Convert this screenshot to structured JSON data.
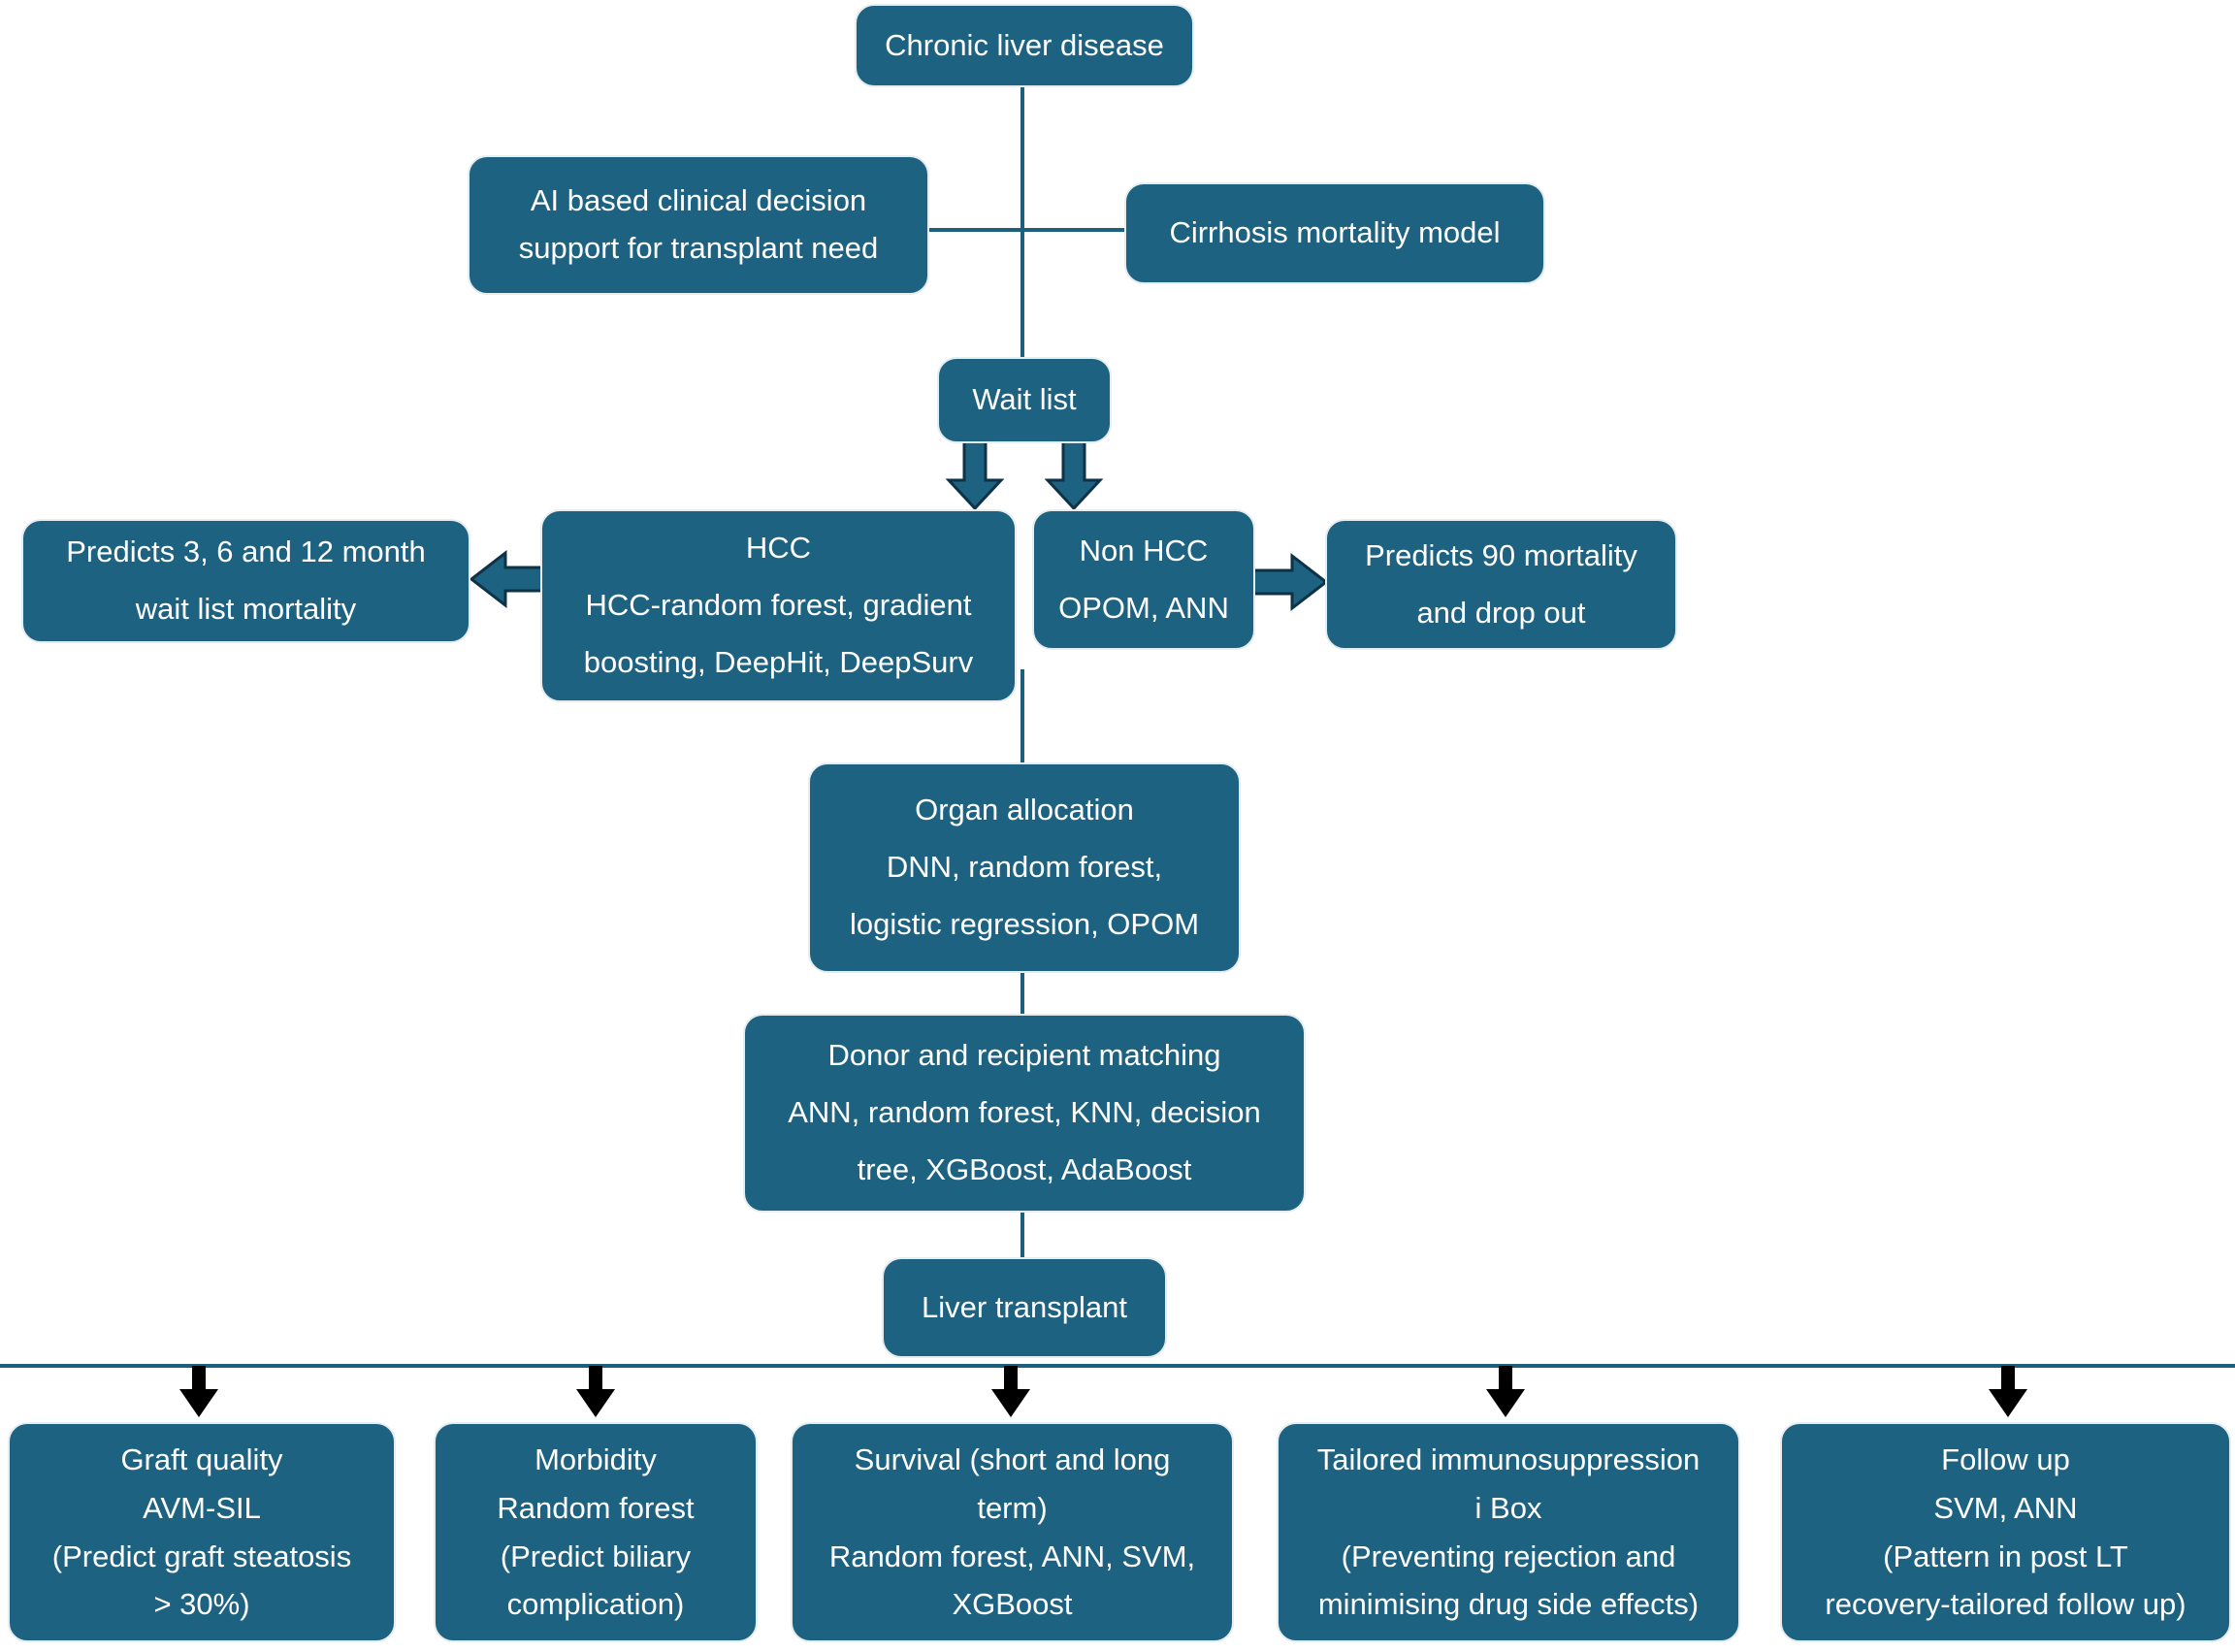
{
  "diagram": {
    "description": "Flowchart of artificial intelligence based models across the liver transplantation pathway",
    "nodes": {
      "chronic_liver_disease": {
        "text": "Chronic liver disease"
      },
      "ai_support": {
        "text": "AI based clinical decision\nsupport for transplant need"
      },
      "cirrhosis_model": {
        "text": "Cirrhosis mortality model"
      },
      "wait_list": {
        "text": "Wait list"
      },
      "predict_waitlist_mortality": {
        "text": "Predicts 3, 6 and 12 month\nwait list mortality"
      },
      "hcc": {
        "text": "HCC\nHCC-random forest, gradient\nboosting, DeepHit, DeepSurv"
      },
      "non_hcc": {
        "text": "Non HCC\nOPOM, ANN"
      },
      "predict_90_mortality": {
        "text": "Predicts 90 mortality\nand drop out"
      },
      "organ_allocation": {
        "text": "Organ allocation\nDNN, random forest,\nlogistic regression, OPOM"
      },
      "donor_recipient_matching": {
        "text": "Donor and recipient matching\nANN, random forest, KNN, decision\ntree, XGBoost, AdaBoost"
      },
      "liver_transplant": {
        "text": "Liver transplant"
      },
      "graft_quality": {
        "text": "Graft quality\nAVM-SIL\n(Predict graft steatosis\n> 30%)"
      },
      "morbidity": {
        "text": "Morbidity\nRandom forest\n(Predict biliary\ncomplication)"
      },
      "survival": {
        "text": "Survival (short and long\nterm)\nRandom forest, ANN, SVM,\nXGBoost"
      },
      "immunosuppression": {
        "text": "Tailored immunosuppression\ni Box\n(Preventing rejection and\nminimising drug side effects)"
      },
      "follow_up": {
        "text": "Follow up\nSVM, ANN\n(Pattern in post LT\nrecovery-tailored follow up)"
      }
    },
    "colors": {
      "box_fill": "#1e6282",
      "box_border": "#e6edf0",
      "box_text": "#ffffff",
      "connector_line": "#1c5f7e",
      "block_arrow_fill": "#1e6282",
      "block_arrow_outline": "#0e3246",
      "post_transplant_arrow": "#000000",
      "background": "#ffffff"
    }
  }
}
